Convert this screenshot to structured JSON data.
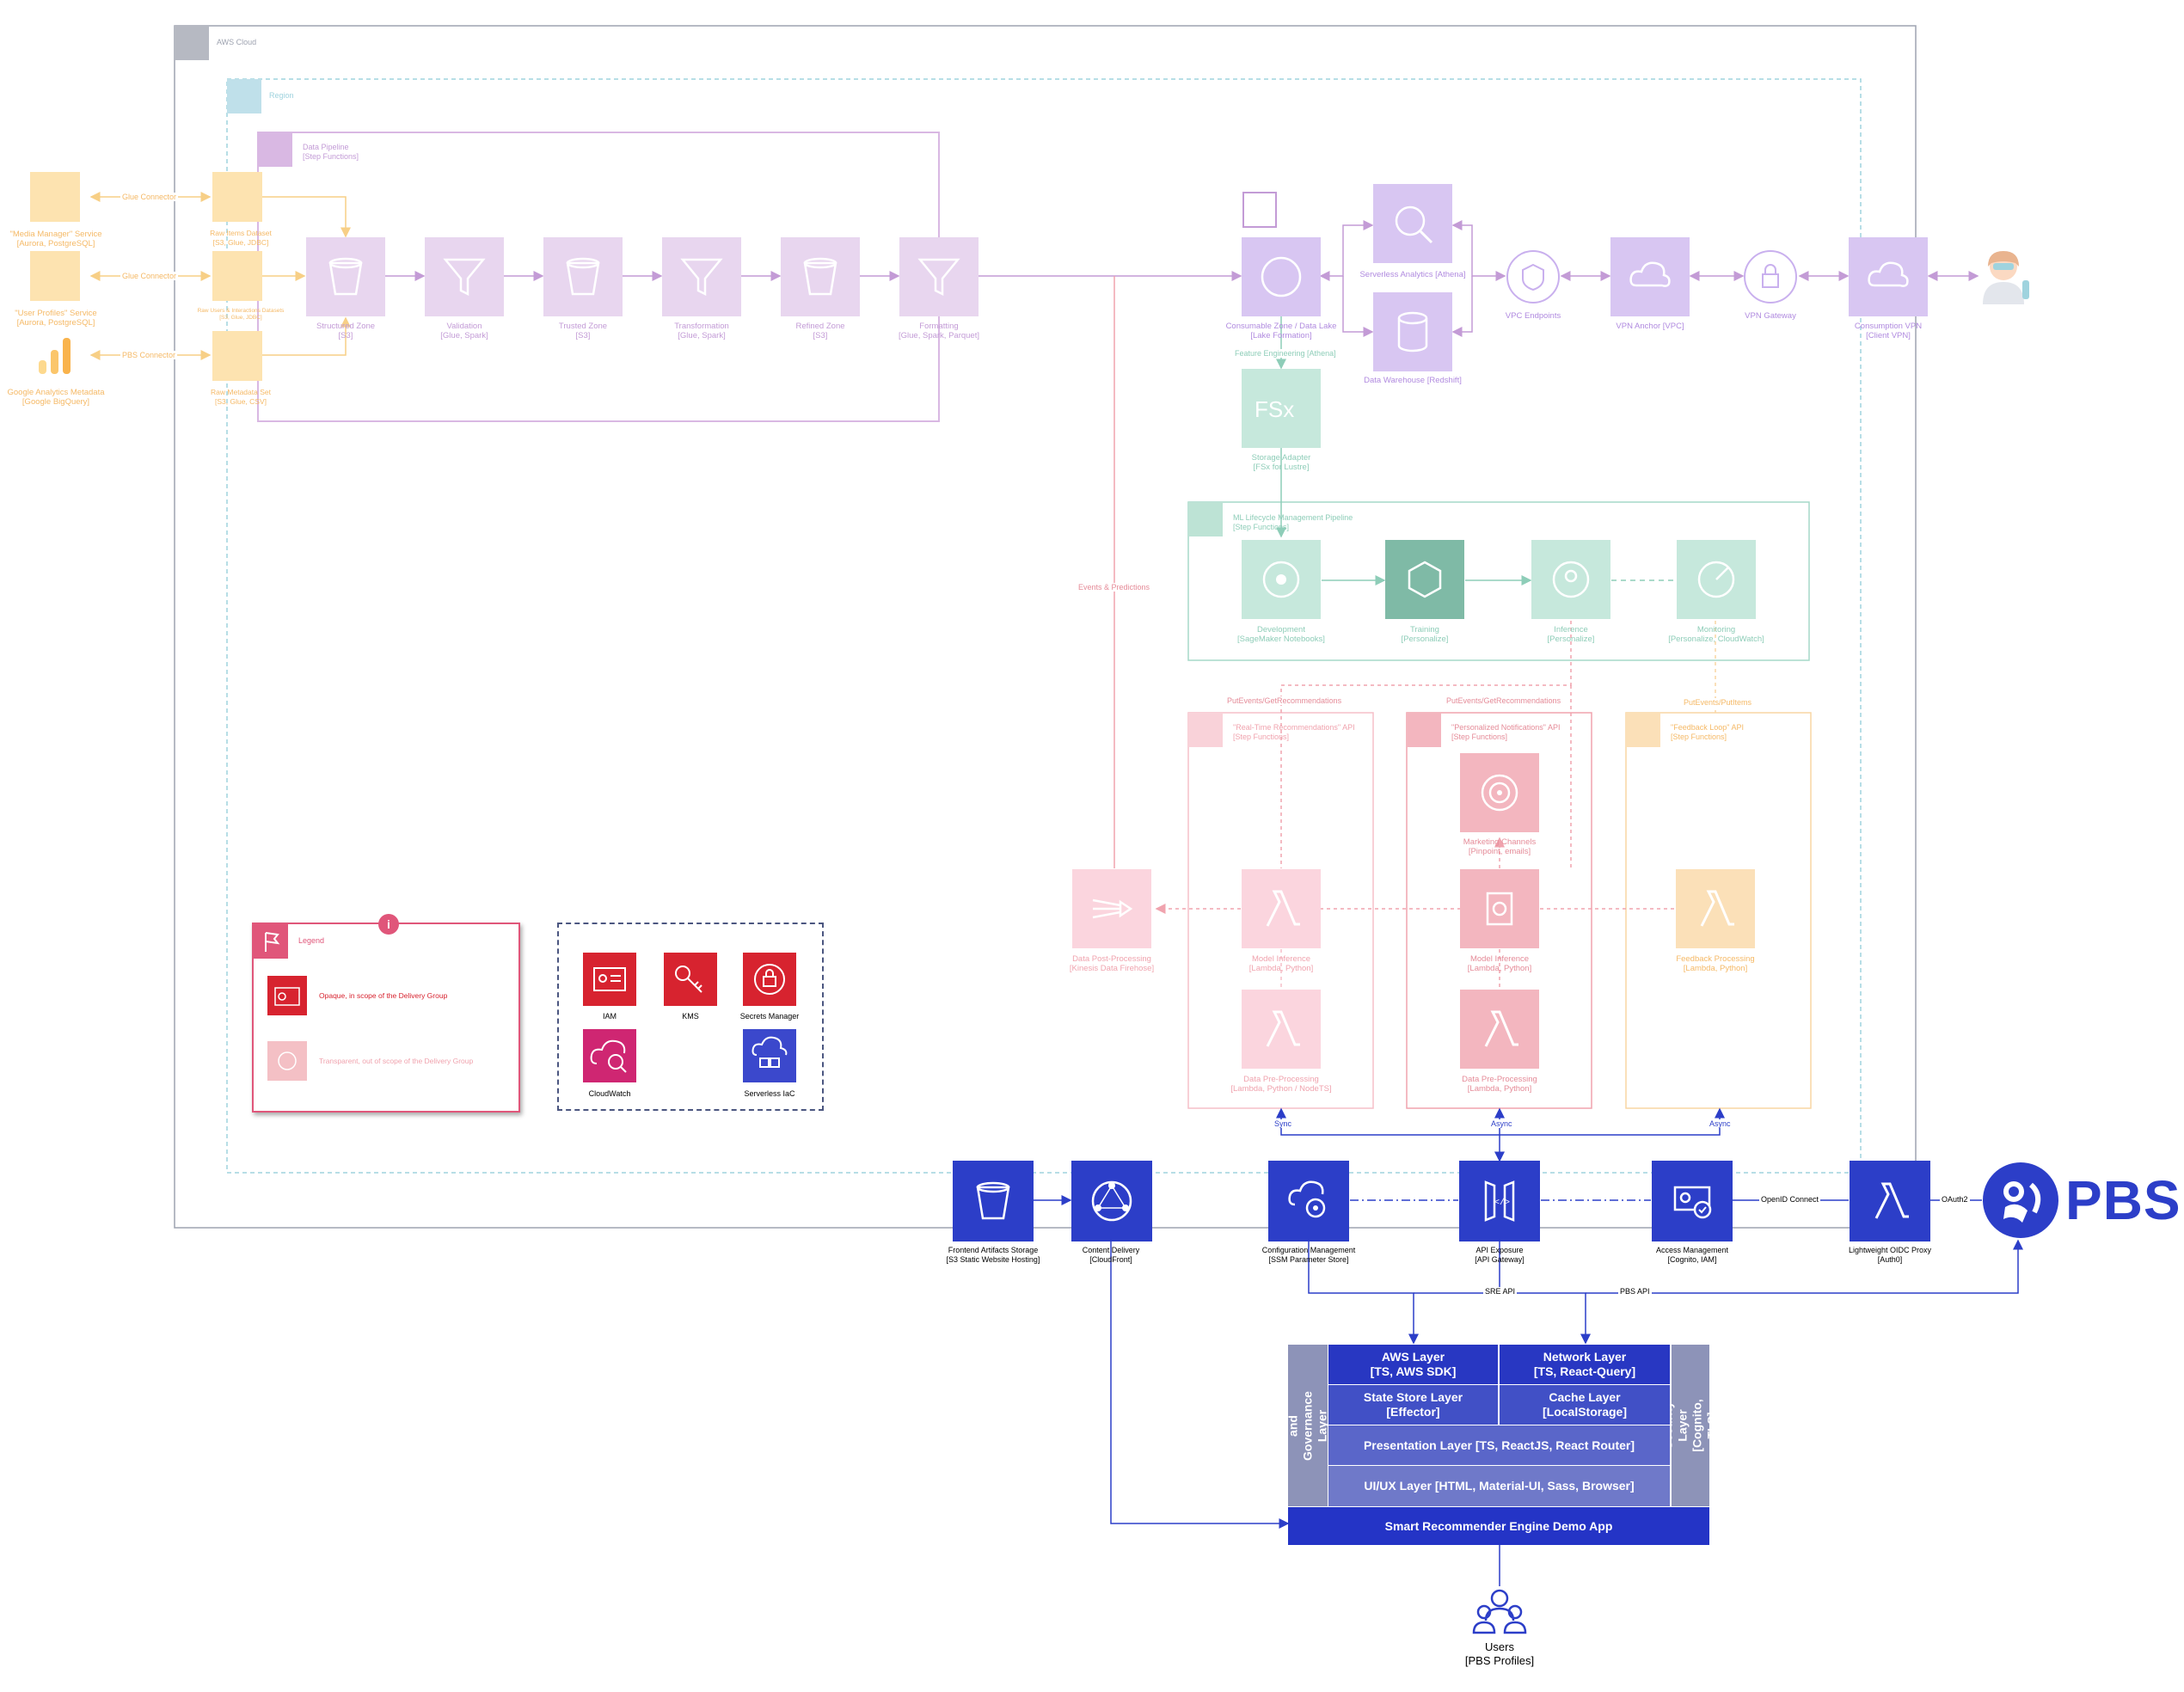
{
  "title": "",
  "containers": {
    "aws_cloud": "AWS Cloud",
    "region": "Region",
    "data_pipeline": "Data Pipeline\n[Step Functions]",
    "ml_pipeline": "ML Lifecycle Management Pipeline\n[Step Functions]",
    "rt_api": "\"Real-Time Recommendations\" API\n[Step Functions]",
    "pn_api": "\"Personalized Notifications\" API\n[Step Functions]",
    "fl_api": "\"Feedback Loop\" API\n[Step Functions]"
  },
  "sources": [
    {
      "label": "\"Media Manager\" Service\n[Aurora, PostgreSQL]"
    },
    {
      "label": "\"User Profiles\" Service\n[Aurora, PostgreSQL]"
    },
    {
      "label": "Google Analytics Metadata\n[Google BigQuery]"
    }
  ],
  "connectors": [
    "Glue Connector",
    "Glue Connector",
    "PBS Connector"
  ],
  "raw_sets": [
    {
      "label": "Raw Items Dataset\n[S3, Glue, JDBC]"
    },
    {
      "label": "Raw Users & Interactions Datasets\n[S3, Glue, JDBC]"
    },
    {
      "label": "Raw Metadata Set\n[S3, Glue, CSV]"
    }
  ],
  "pipeline_steps": [
    {
      "label": "Structured Zone\n[S3]"
    },
    {
      "label": "Validation\n[Glue, Spark]"
    },
    {
      "label": "Trusted Zone\n[S3]"
    },
    {
      "label": "Transformation\n[Glue, Spark]"
    },
    {
      "label": "Refined Zone\n[S3]"
    },
    {
      "label": "Formatting\n[Glue, Spark, Parquet]"
    }
  ],
  "lake": {
    "consumable": "Consumable Zone / Data Lake\n[Lake Formation]",
    "athena": "Serverless Analytics [Athena]",
    "redshift": "Data Warehouse [Redshift]",
    "vpc_endpoints": "VPC Endpoints",
    "vpn_anchor": "VPN Anchor [VPC]",
    "vpn_gateway": "VPN Gateway",
    "consumption_vpn": "Consumption VPN\n[Client VPN]",
    "feature_eng": "Feature Engineering [Athena]",
    "fsx": "Storage Adapter\n[FSx for Lustre]"
  },
  "ml_steps": [
    {
      "label": "Development\n[SageMaker Notebooks]"
    },
    {
      "label": "Training\n[Personalize]"
    },
    {
      "label": "Inference\n[Personalize]"
    },
    {
      "label": "Monitoring\n[Personalize, CloudWatch]"
    }
  ],
  "api_labels": {
    "rt_call": "PutEvents/GetRecommendations",
    "pn_call": "PutEvents/GetRecommendations",
    "fl_call": "PutEvents/PutItems",
    "events_predictions": "Events & Predictions"
  },
  "api_nodes": {
    "firehose": "Data Post-Processing\n[Kinesis Data Firehose]",
    "rt_inference": "Model Inference\n[Lambda, Python]",
    "rt_pre": "Data Pre-Processing\n[Lambda, Python / NodeTS]",
    "pn_channels": "Marketing Channels\n[Pinpoint, emails]",
    "pn_inference": "Model Inference\n[Lambda, Python]",
    "pn_pre": "Data Pre-Processing\n[Lambda, Python]",
    "fl_processing": "Feedback Processing\n[Lambda, Python]"
  },
  "sync_labels": [
    "Sync",
    "Async",
    "Async"
  ],
  "legend": {
    "title": "Legend",
    "opaque": "Opaque, in scope of the Delivery Group",
    "transparent": "Transparent, out of scope of the Delivery Group"
  },
  "services": [
    {
      "label": "IAM"
    },
    {
      "label": "KMS"
    },
    {
      "label": "Secrets Manager"
    },
    {
      "label": "CloudWatch"
    },
    {
      "label": "Serverless IaC"
    }
  ],
  "frontend": [
    {
      "label": "Frontend Artifacts Storage\n[S3 Static Website Hosting]"
    },
    {
      "label": "Content Delivery\n[CloudFront]"
    },
    {
      "label": "Configuration Management\n[SSM Parameter Store]"
    },
    {
      "label": "API Exposure\n[API Gateway]"
    },
    {
      "label": "Access Management\n[Cognito, IAM]"
    },
    {
      "label": "Lightweight OIDC Proxy\n[Auth0]"
    }
  ],
  "edges": {
    "openid": "OpenID Connect",
    "oauth": "OAuth2",
    "sre": "SRE API",
    "pbs_api": "PBS API"
  },
  "pbs_logo": "PBS",
  "app": {
    "left": "Management and\nGovernance Layer [Sentry]",
    "right": "Security Layer\n[Cognito, TLS]",
    "aws": "AWS Layer\n[TS, AWS SDK]",
    "network": "Network Layer\n[TS, React-Query]",
    "state": "State Store Layer\n[Effector]",
    "cache": "Cache Layer\n[LocalStorage]",
    "presentation": "Presentation Layer [TS, ReactJS, React Router]",
    "uiux": "UI/UX Layer [HTML, Material-UI, Sass, Browser]",
    "name": "Smart Recommender Engine Demo App"
  },
  "users": "Users\n[PBS Profiles]",
  "colors": {
    "blue": "#2c3ec8",
    "purple": "#8c4fff",
    "green": "#2b9d7d",
    "red": "#dd344c",
    "pink": "#e7157b",
    "orange": "#f5a623",
    "teal": "#3d9fb5",
    "gray": "#8d93a6"
  }
}
